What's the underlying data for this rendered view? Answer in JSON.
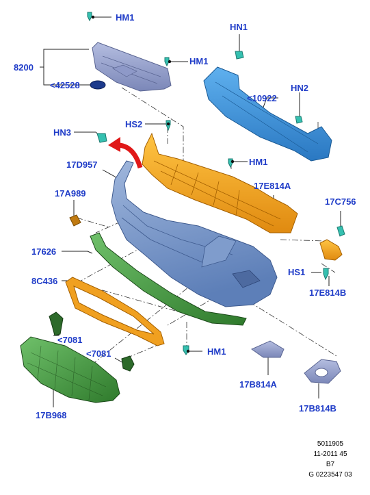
{
  "labels": {
    "hm1_top": "HM1",
    "hm1_mid": "HM1",
    "hm1_right": "HM1",
    "hm1_bottom": "HM1",
    "hn1": "HN1",
    "hn2": "HN2",
    "hn3": "HN3",
    "hs1": "HS1",
    "hs2": "HS2",
    "p8200": "8200",
    "p42528": "<42528",
    "p10922": "<10922",
    "p17d957": "17D957",
    "p17a989": "17A989",
    "p17e814a": "17E814A",
    "p17c756": "17C756",
    "p17626": "17626",
    "p8c436": "8C436",
    "p7081a": "<7081",
    "p7081b": "<7081",
    "p17e814b": "17E814B",
    "p17b814a": "17B814A",
    "p17b814b": "17B814B",
    "p17b968": "17B968"
  },
  "footer": {
    "line1": "5011905",
    "line2": "11-2011 45",
    "line3": "B7",
    "line4": "G 0223547 03"
  },
  "colors": {
    "label": "#1f3cc8",
    "bumper": "#6f8fc3",
    "beam": "#3d8ed6",
    "bracket": "#f0a020",
    "trim_green": "#2d6a2a",
    "grille_green": "#3f8f3a",
    "panel_gray": "#8f9bc5",
    "clip": "#35c0b0",
    "arrow": "#e01818"
  }
}
